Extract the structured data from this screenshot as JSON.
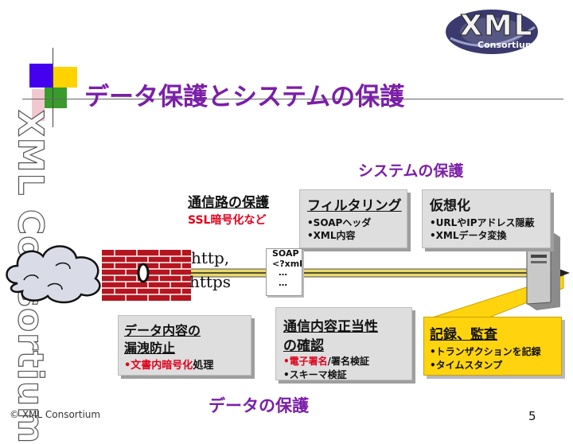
{
  "title": "データ保護とシステムの保護",
  "logo": {
    "main": "XML",
    "sub": "Consortium"
  },
  "vertical_brand": "XML Consortium",
  "system_protection_label": "システムの保護",
  "data_protection_label": "データの保護",
  "channel": {
    "heading": "通信路の保護",
    "detail": "SSL暗号化など"
  },
  "filtering": {
    "heading": "フィルタリング",
    "lines": [
      "•SOAPヘッダ",
      "•XML内容"
    ]
  },
  "virtualization": {
    "heading": "仮想化",
    "lines": [
      "•URLやIPアドレス隠蔽",
      "•XMLデータ変換"
    ]
  },
  "protocol": {
    "line1": "http,",
    "line2": "https"
  },
  "soap_doc": {
    "line1": "SOAP",
    "line2": "<?xml",
    "line3": "…",
    "line4": "…"
  },
  "leak": {
    "heading_line1": "データ内容の",
    "heading_line2": "漏洩防止",
    "detail_red": "•文書内暗号化",
    "detail_rest": "処理"
  },
  "integrity": {
    "heading_line1": "通信内容正当性",
    "heading_line2": "の確認",
    "line1_red": "•電子署名",
    "line1_rest": "/署名検証",
    "line2": "•スキーマ検証"
  },
  "audit": {
    "heading": "記録、監査",
    "lines": [
      "•トランザクションを記録",
      "•タイムスタンプ"
    ]
  },
  "footer": "© XML Consortium",
  "page_number": "5",
  "colors": {
    "title": "#7a1fa8",
    "highlight": "#ffd40f",
    "box_gray": "#dedede",
    "red_text": "#e0001b",
    "pipe": "#e7d86a",
    "brick": "#b5151f"
  }
}
